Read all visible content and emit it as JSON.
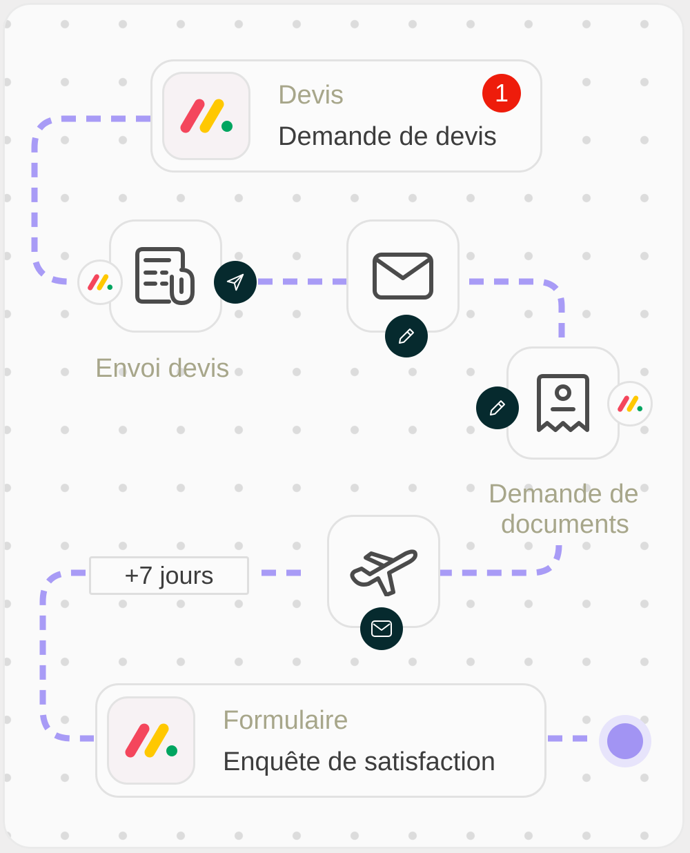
{
  "top_card": {
    "subtitle": "Devis",
    "title": "Demande de devis",
    "badge_count": "1"
  },
  "nodes": {
    "send_quote": {
      "label": "Envoi devis"
    },
    "request_documents": {
      "label_line1": "Demande de",
      "label_line2": "documents"
    }
  },
  "delay": {
    "label": "+7 jours"
  },
  "bottom_card": {
    "subtitle": "Formulaire",
    "title": "Enquête de satisfaction"
  },
  "colors": {
    "wire": "#a89bf6",
    "dark_badge": "#062a2e",
    "notification": "#ee1c0b",
    "label": "#a7a68a",
    "end_dot": "#a294f3"
  },
  "icons": [
    "monday-logo-icon",
    "document-attachment-icon",
    "send-icon",
    "mail-icon",
    "pen-icon",
    "receipt-person-icon",
    "airplane-icon"
  ]
}
